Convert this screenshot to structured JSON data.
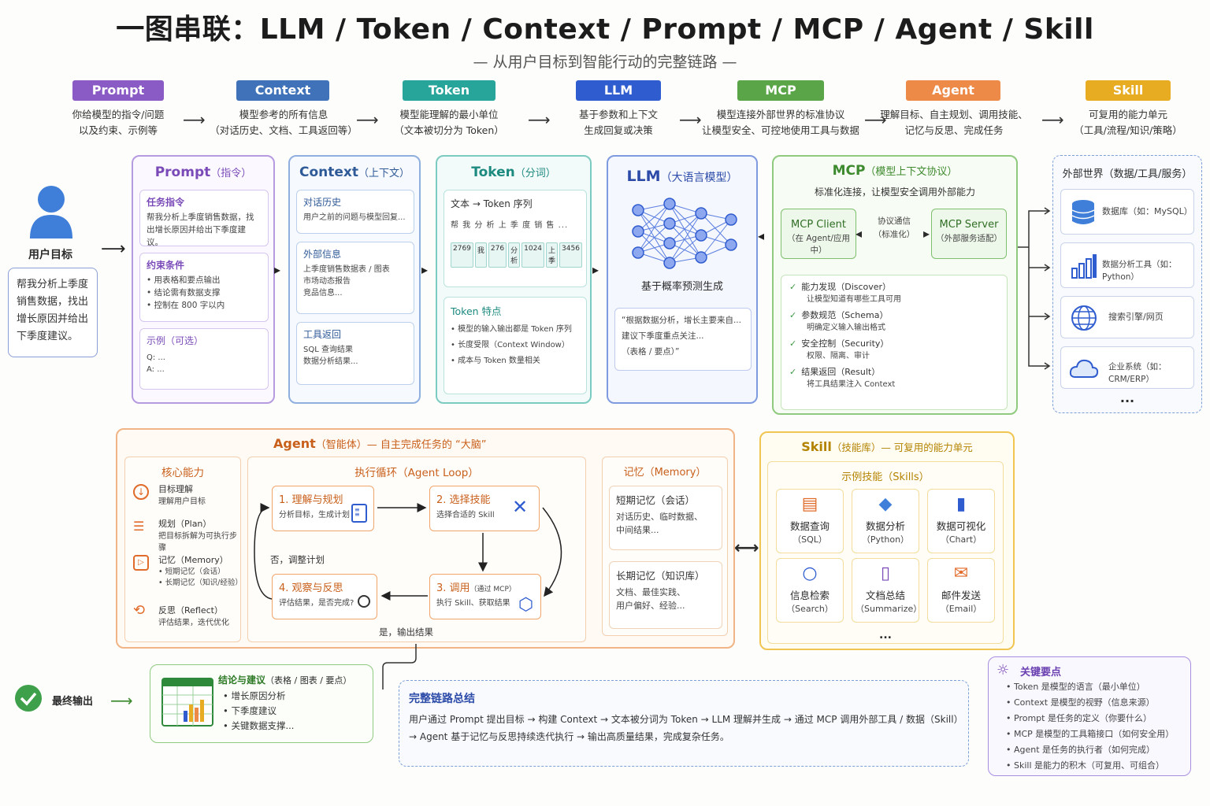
{
  "title": "一图串联：LLM / Token / Context / Prompt / MCP / Agent / Skill",
  "subtitle": "— 从用户目标到智能行动的完整链路 —",
  "pipeline": [
    {
      "label": "Prompt",
      "color": "#8a5bc4",
      "desc1": "你给模型的指令/问题",
      "desc2": "以及约束、示例等"
    },
    {
      "label": "Context",
      "color": "#3f72b8",
      "desc1": "模型参考的所有信息",
      "desc2": "（对话历史、文档、工具返回等）"
    },
    {
      "label": "Token",
      "color": "#27a59a",
      "desc1": "模型能理解的最小单位",
      "desc2": "（文本被切分为 Token）"
    },
    {
      "label": "LLM",
      "color": "#2f5ccf",
      "desc1": "基于参数和上下文",
      "desc2": "生成回复或决策"
    },
    {
      "label": "MCP",
      "color": "#5aa548",
      "desc1": "模型连接外部世界的标准协议",
      "desc2": "让模型安全、可控地使用工具与数据"
    },
    {
      "label": "Agent",
      "color": "#ee8a48",
      "desc1": "理解目标、自主规划、调用技能、",
      "desc2": "记忆与反思、完成任务"
    },
    {
      "label": "Skill",
      "color": "#e7ac22",
      "desc1": "可复用的能力单元",
      "desc2": "（工具/流程/知识/策略）"
    }
  ],
  "user": {
    "label": "用户目标",
    "goal": "帮我分析上季度销售数据，找出增长原因并给出下季度建议。"
  },
  "prompt_panel": {
    "title": "Prompt",
    "title_sub": "（指令）",
    "task_title": "任务指令",
    "task_text": "帮我分析上季度销售数据，找出增长原因并给出下季度建议。",
    "cons_title": "约束条件",
    "cons": [
      "用表格和要点输出",
      "结论需有数据支撑",
      "控制在 800 字以内"
    ],
    "ex_title": "示例（可选）",
    "ex_q": "Q: ...",
    "ex_a": "A: ..."
  },
  "context_panel": {
    "title": "Context",
    "title_sub": "（上下文）",
    "hist_title": "对话历史",
    "hist_text": "用户之前的问题与模型回复...",
    "ext_title": "外部信息",
    "ext_lines": [
      "上季度销售数据表 / 图表",
      "市场动态报告",
      "竞品信息..."
    ],
    "tool_title": "工具返回",
    "tool_lines": [
      "SQL 查询结果",
      "数据分析结果..."
    ]
  },
  "token_panel": {
    "title": "Token",
    "title_sub": "（分词）",
    "seq_title": "文本 → Token 序列",
    "seq_text": "帮 我 分 析 上 季 度 销 售 ...",
    "tokens": [
      "2769",
      "我",
      "276",
      "分析",
      "1024",
      "上季",
      "3456"
    ],
    "feat_title": "Token 特点",
    "feats": [
      "模型的输入输出都是 Token 序列",
      "长度受限（Context Window）",
      "成本与 Token 数量相关"
    ]
  },
  "llm_panel": {
    "title": "LLM",
    "title_sub": "（大语言模型）",
    "caption": "基于概率预测生成",
    "quote_lines": [
      "“根据数据分析，增长主要来自...",
      "建议下季度重点关注...",
      "（表格 / 要点）”"
    ]
  },
  "mcp_panel": {
    "title": "MCP",
    "title_sub": "（模型上下文协议）",
    "desc": "标准化连接，让模型安全调用外部能力",
    "client": "MCP Client",
    "client_sub": "（在 Agent/应用中）",
    "server": "MCP Server",
    "server_sub": "（外部服务适配）",
    "link1": "协议通信",
    "link2": "（标准化）",
    "checks": [
      {
        "t": "能力发现（Discover）",
        "d": "让模型知道有哪些工具可用"
      },
      {
        "t": "参数规范（Schema）",
        "d": "明确定义输入输出格式"
      },
      {
        "t": "安全控制（Security）",
        "d": "权限、隔离、审计"
      },
      {
        "t": "结果返回（Result）",
        "d": "将工具结果注入 Context"
      }
    ]
  },
  "external": {
    "title": "外部世界（数据/工具/服务）",
    "items": [
      "数据库（如：MySQL）",
      "数据分析工具（如：Python）",
      "搜索引擎/网页",
      "企业系统（如：CRM/ERP）"
    ],
    "more": "..."
  },
  "agent_panel": {
    "title": "Agent",
    "title_sub": "（智能体）— 自主完成任务的 “大脑”",
    "core_title": "核心能力",
    "core": [
      {
        "t": "目标理解",
        "d": "理解用户目标"
      },
      {
        "t": "规划（Plan）",
        "d": "把目标拆解为可执行步骤"
      },
      {
        "t": "记忆（Memory）",
        "d1": "• 短期记忆（会话）",
        "d2": "• 长期记忆（知识/经验）"
      },
      {
        "t": "反思（Reflect）",
        "d": "评估结果，迭代优化"
      }
    ],
    "loop_title": "执行循环（Agent Loop）",
    "s1": "1. 理解与规划",
    "s1d": "分析目标，生成计划",
    "s2": "2. 选择技能",
    "s2d": "选择合适的 Skill",
    "s3": "3. 调用",
    "s3s": "（通过 MCP）",
    "s3d": "执行 Skill、获取结果",
    "s4": "4. 观察与反思",
    "s4d": "评估结果，是否完成?",
    "no": "否，调整计划",
    "yes": "是，输出结果",
    "mem_title": "记忆（Memory）",
    "short_t": "短期记忆（会话）",
    "short_d": [
      "对话历史、临时数据、",
      "中间结果..."
    ],
    "long_t": "长期记忆（知识库）",
    "long_d": [
      "文档、最佳实践、",
      "用户偏好、经验..."
    ]
  },
  "skill_panel": {
    "title": "Skill",
    "title_sub": "（技能库）— 可复用的能力单元",
    "sub": "示例技能（Skills）",
    "skills": [
      {
        "t": "数据查询",
        "s": "（SQL）"
      },
      {
        "t": "数据分析",
        "s": "（Python）"
      },
      {
        "t": "数据可视化",
        "s": "（Chart）"
      },
      {
        "t": "信息检索",
        "s": "（Search）"
      },
      {
        "t": "文档总结",
        "s": "（Summarize）"
      },
      {
        "t": "邮件发送",
        "s": "（Email）"
      }
    ],
    "more": "..."
  },
  "final": {
    "label": "最终输出",
    "title": "结论与建议",
    "title_sub": "（表格 / 图表 / 要点）",
    "items": [
      "增长原因分析",
      "下季度建议",
      "关键数据支撑..."
    ]
  },
  "summary": {
    "title": "完整链路总结",
    "line1": "用户通过 Prompt 提出目标 → 构建 Context → 文本被分词为 Token → LLM 理解并生成 → 通过 MCP 调用外部工具 / 数据（Skill）",
    "line2": "→ Agent 基于记忆与反思持续迭代执行 → 输出高质量结果，完成复杂任务。"
  },
  "keypoints": {
    "title": "关键要点",
    "items": [
      "Token 是模型的语言（最小单位）",
      "Context 是模型的视野（信息来源）",
      "Prompt 是任务的定义（你要什么）",
      "MCP 是模型的工具箱接口（如何安全用）",
      "Agent 是任务的执行者（如何完成）",
      "Skill 是能力的积木（可复用、可组合）"
    ]
  }
}
